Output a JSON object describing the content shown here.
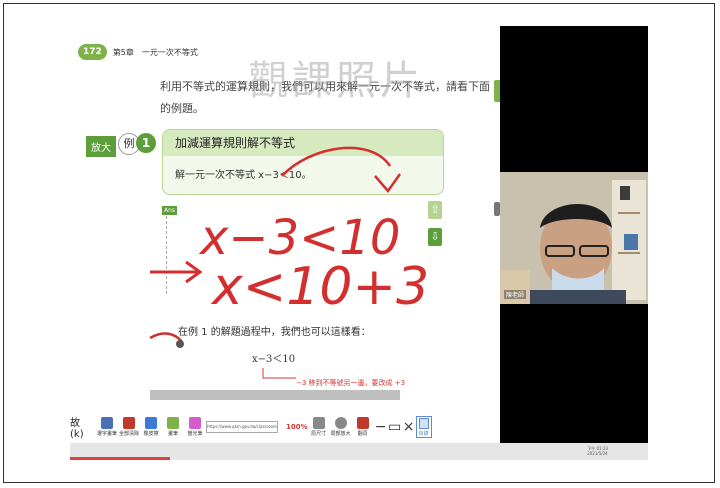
{
  "book": {
    "page_number": "172",
    "chapter": "第5章　一元一次不等式",
    "paragraph": "利用不等式的運算規則，我們可以用來解一元一次不等式，請看下面的例題。",
    "watermark": "觀課照片",
    "zoom_button": "放大",
    "example_label": "例",
    "example_number": "1",
    "example_title": "加減運算規則解不等式",
    "example_prompt": "解一元一次不等式 x−3＜10。",
    "answer_tag": "Ans",
    "up_arrow": "⇧",
    "down_arrow": "⇩",
    "handwriting_line1": "x−3<10",
    "handwriting_line2": "x<10+3",
    "step_text": "在例 1 的解題過程中，我們也可以這樣看：",
    "equation": "x−3＜10",
    "note": "−3 移到不等號另一邊，要改成 +3"
  },
  "toolbar": {
    "first_label": "故 (k)",
    "items": [
      {
        "label": "選字畫筆",
        "color": "#4a6fb5"
      },
      {
        "label": "全部清除",
        "color": "#c0392b"
      },
      {
        "label": "橡皮擦",
        "color": "#3a7bd5"
      },
      {
        "label": "畫筆",
        "color": "#7fb24a"
      },
      {
        "label": "螢光筆",
        "color": "#d35ecb"
      }
    ],
    "url_text": "https://www.qkm.gov.tw/classroom/reader",
    "zoom_percent": "100%",
    "tools2": [
      {
        "label": "原尺寸"
      },
      {
        "label": "局部放大"
      },
      {
        "label": "翻頁"
      }
    ],
    "minus": "−",
    "window": "▭",
    "close": "×",
    "directory_label": "目錄"
  },
  "webcam": {
    "caption": "陳老師"
  },
  "taskbar": {
    "time": "下午 01:23",
    "date": "2021/5/24"
  }
}
